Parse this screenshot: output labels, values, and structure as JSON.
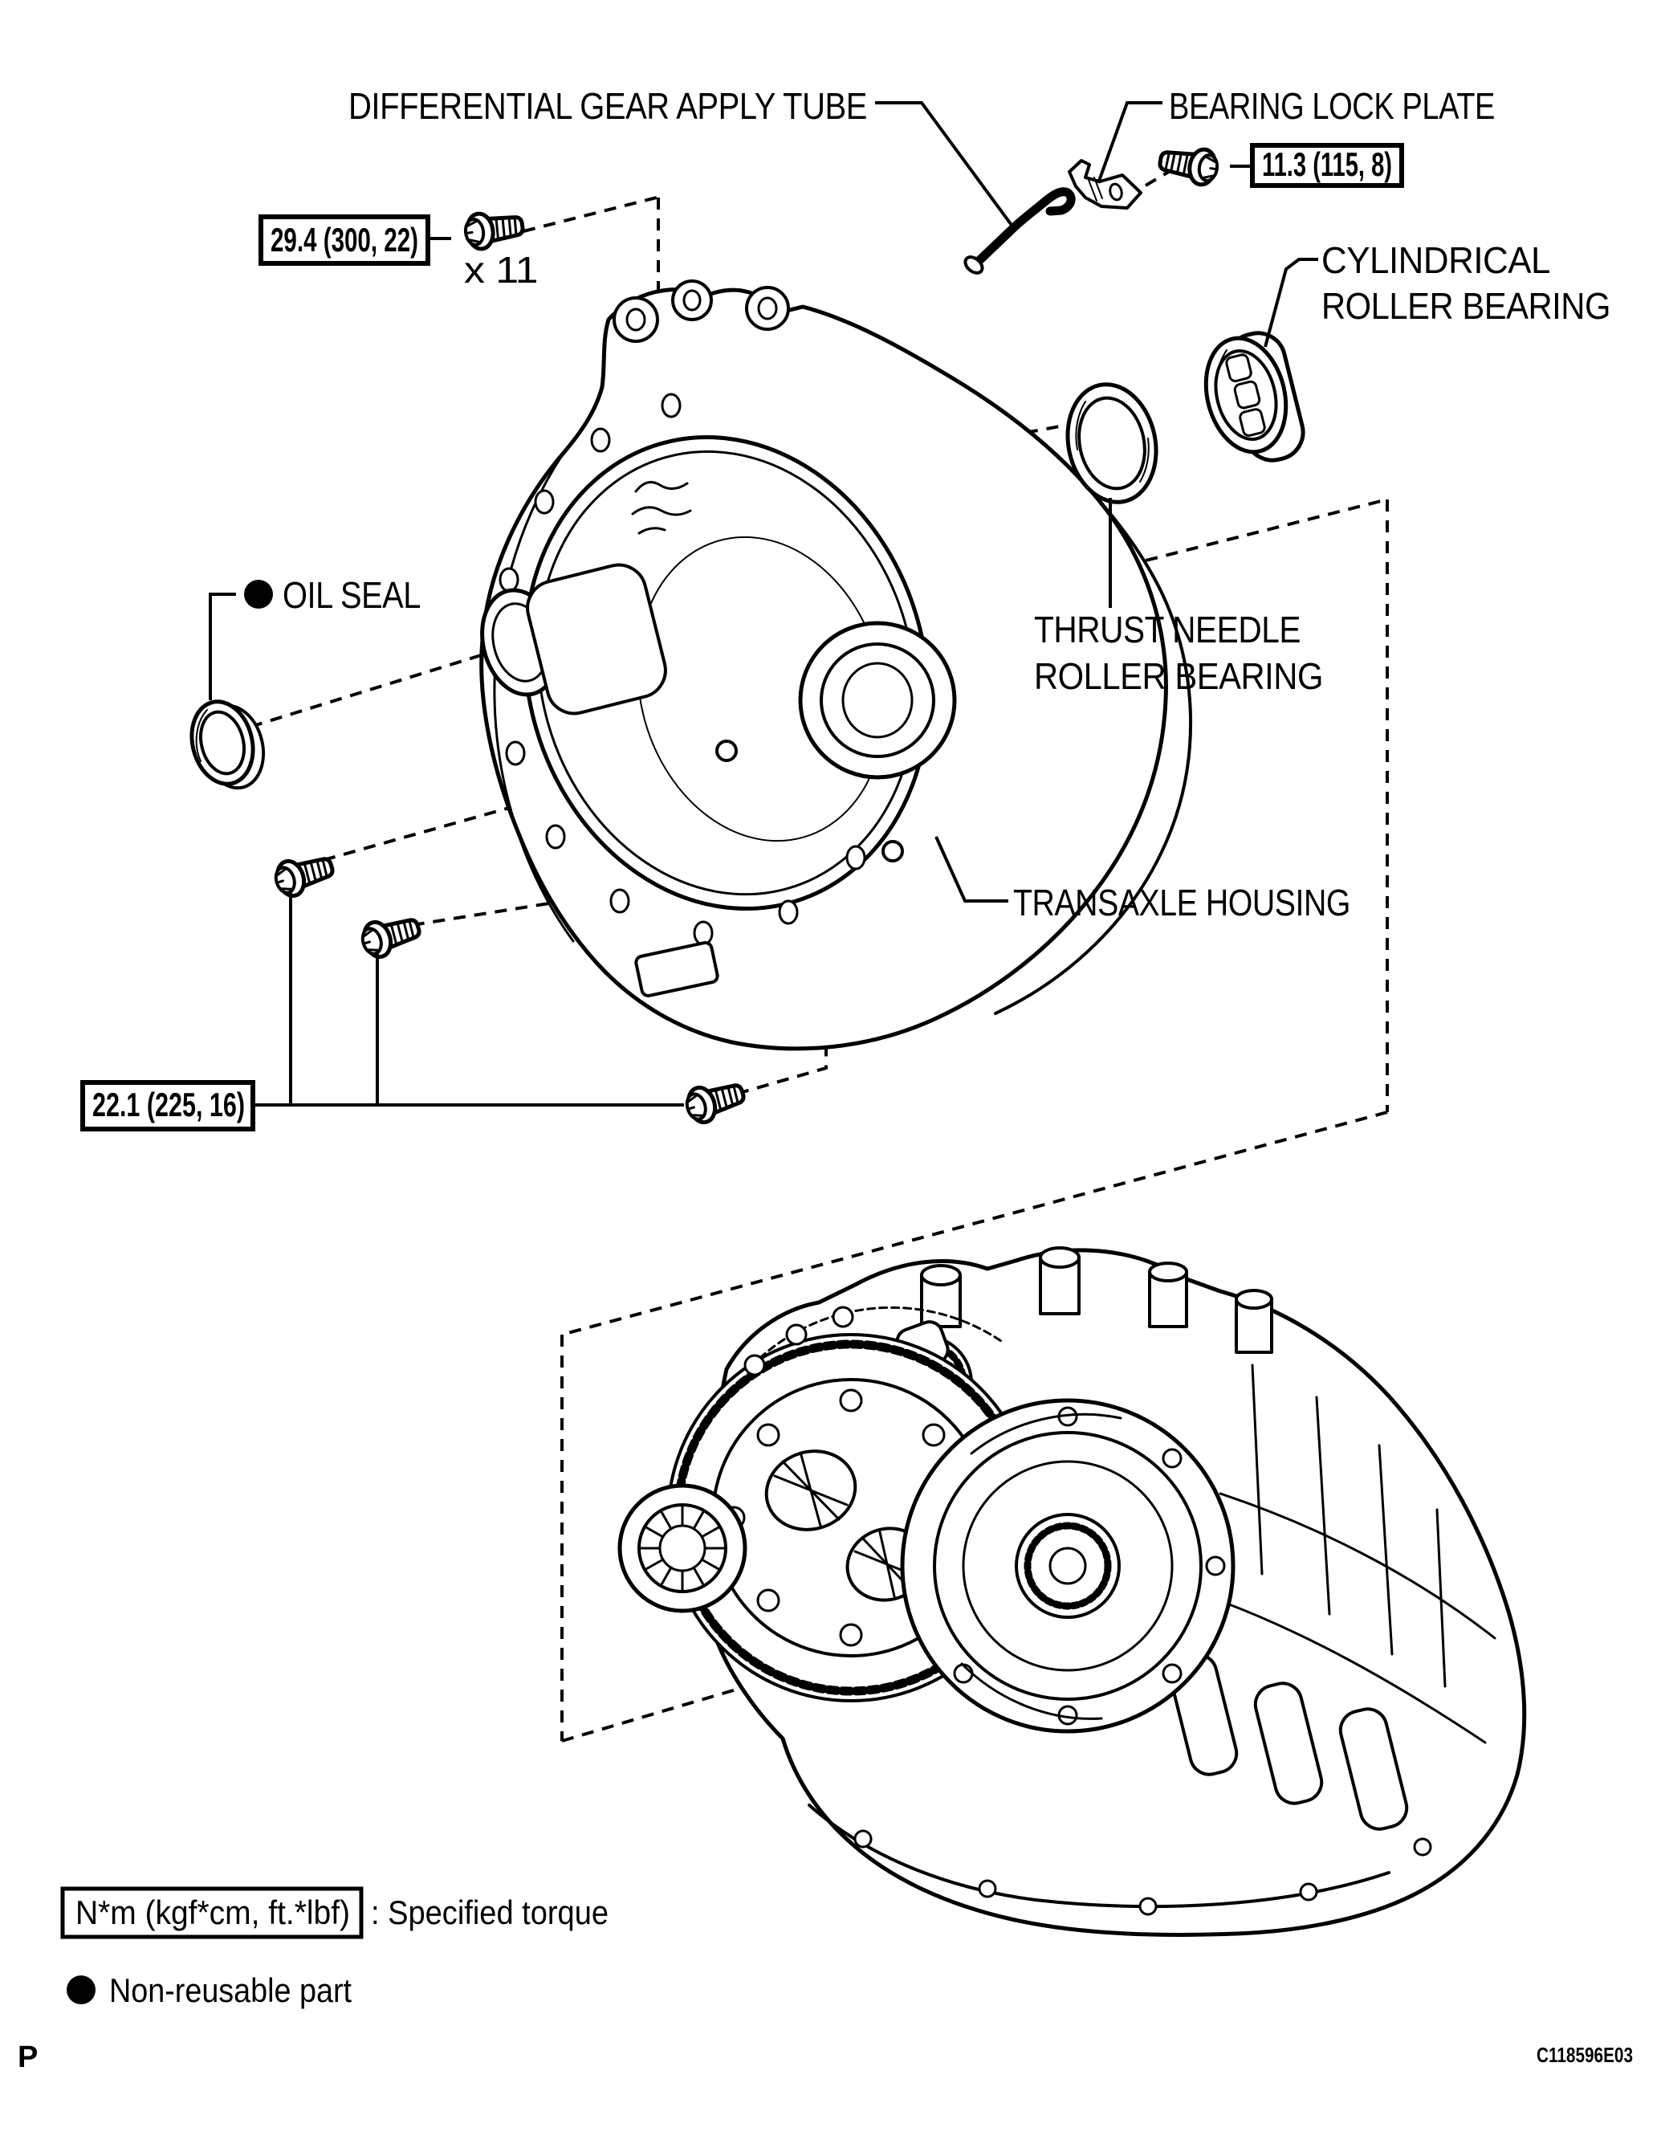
{
  "figure": {
    "type": "exploded-parts-diagram",
    "subject": "automatic transaxle housing removal/installation",
    "background": "#ffffff",
    "ink_color": "#000000"
  },
  "labels": {
    "apply_tube": "DIFFERENTIAL GEAR APPLY TUBE",
    "bearing_lock_plate": "BEARING LOCK PLATE",
    "cylindrical_line1": "CYLINDRICAL",
    "cylindrical_line2": "ROLLER BEARING",
    "thrust_line1": "THRUST NEEDLE",
    "thrust_line2": "ROLLER BEARING",
    "oil_seal": "OIL SEAL",
    "transaxle_housing": "TRANSAXLE HOUSING"
  },
  "torque_specs": {
    "bolt_29_4": "29.4 (300, 22)",
    "bolt_29_4_count": "x 11",
    "bolt_11_3": "11.3 (115, 8)",
    "bolt_22_1": "22.1 (225, 16)"
  },
  "legend": {
    "torque_unit_box": "N*m (kgf*cm, ft.*lbf)",
    "torque_unit_desc": ": Specified torque",
    "non_reusable": "Non-reusable part"
  },
  "footer": {
    "page_marker": "P",
    "figure_code": "C118596E03"
  }
}
